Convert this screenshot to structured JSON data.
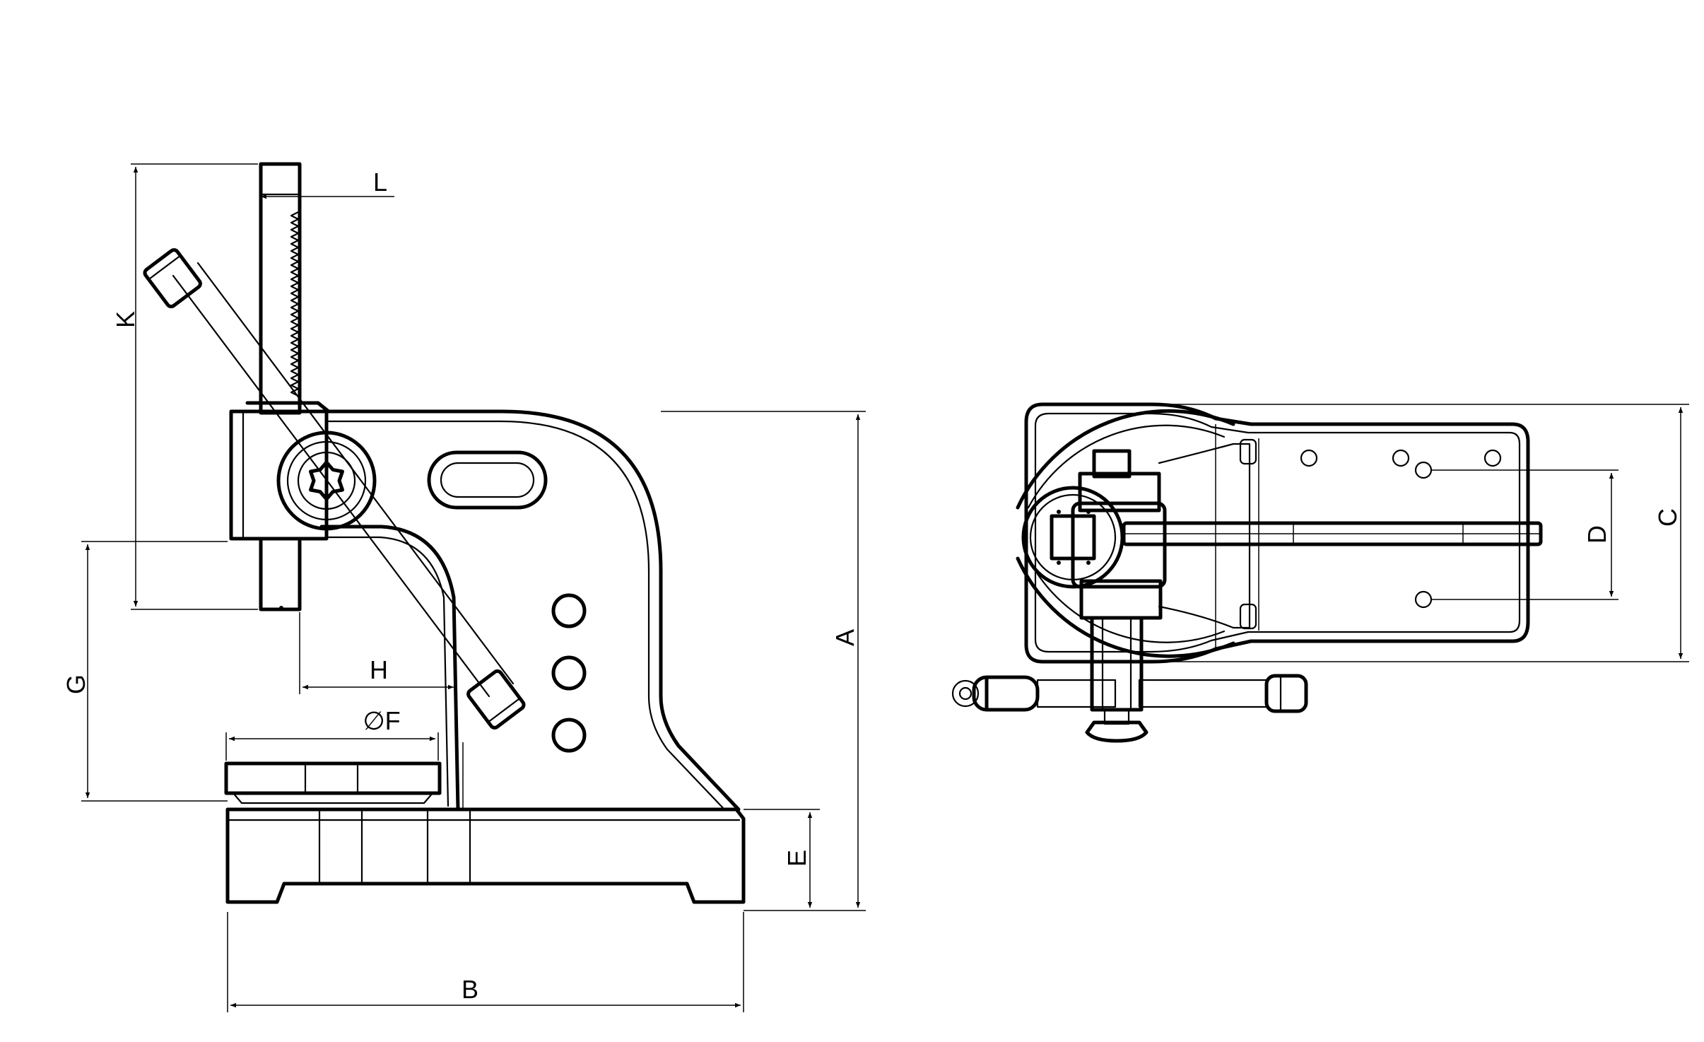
{
  "labels": {
    "A": "A",
    "B": "B",
    "C": "C",
    "D": "D",
    "E": "E",
    "F": "∅F",
    "G": "G",
    "H": "H",
    "K": "K",
    "L": "L"
  },
  "colors": {
    "line": "#000000",
    "background": "#ffffff"
  }
}
